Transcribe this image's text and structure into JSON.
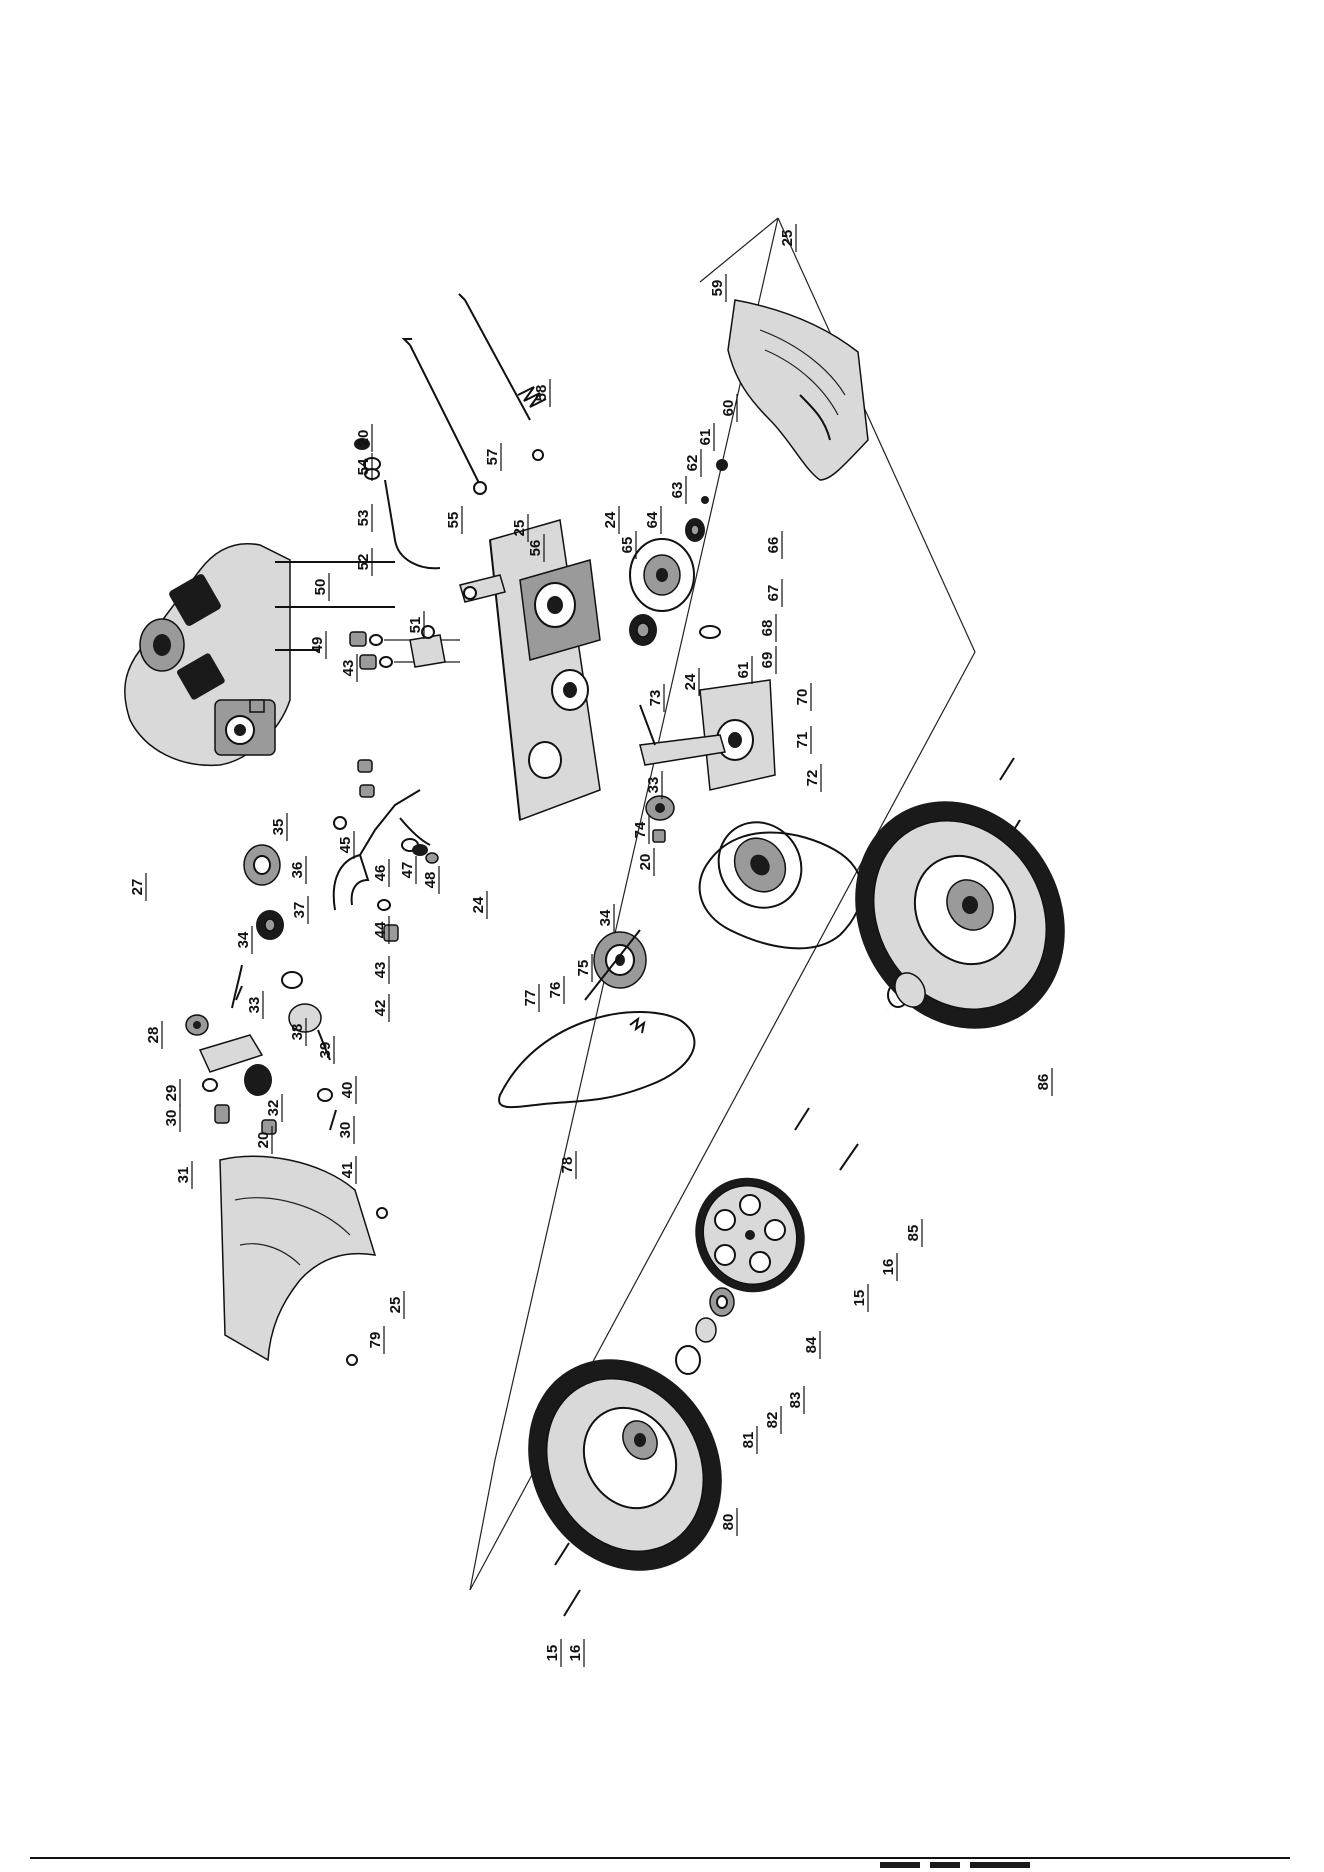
{
  "diagram": {
    "type": "exploded-parts-diagram",
    "part_numbers": [
      "15",
      "16",
      "20",
      "24",
      "25",
      "27",
      "28",
      "29",
      "30",
      "31",
      "32",
      "33",
      "34",
      "35",
      "36",
      "37",
      "38",
      "39",
      "40",
      "41",
      "42",
      "43",
      "44",
      "45",
      "46",
      "47",
      "48",
      "49",
      "50",
      "51",
      "52",
      "53",
      "54",
      "55",
      "56",
      "57",
      "58",
      "59",
      "60",
      "61",
      "62",
      "63",
      "64",
      "65",
      "66",
      "67",
      "68",
      "69",
      "70",
      "71",
      "72",
      "73",
      "74",
      "75",
      "76",
      "77",
      "78",
      "79",
      "80",
      "81",
      "82",
      "83",
      "84",
      "85",
      "86"
    ],
    "labels": [
      {
        "id": "l-25a",
        "text": "25"
      },
      {
        "id": "l-59",
        "text": "59"
      },
      {
        "id": "l-58",
        "text": "58"
      },
      {
        "id": "l-57",
        "text": "57"
      },
      {
        "id": "l-60",
        "text": "60"
      },
      {
        "id": "l-61a",
        "text": "61"
      },
      {
        "id": "l-62",
        "text": "62"
      },
      {
        "id": "l-63",
        "text": "63"
      },
      {
        "id": "l-64",
        "text": "64"
      },
      {
        "id": "l-65",
        "text": "65"
      },
      {
        "id": "l-24a",
        "text": "24"
      },
      {
        "id": "l-66",
        "text": "66"
      },
      {
        "id": "l-67",
        "text": "67"
      },
      {
        "id": "l-68",
        "text": "68"
      },
      {
        "id": "l-69",
        "text": "69"
      },
      {
        "id": "l-61b",
        "text": "61"
      },
      {
        "id": "l-24b",
        "text": "24"
      },
      {
        "id": "l-70",
        "text": "70"
      },
      {
        "id": "l-71",
        "text": "71"
      },
      {
        "id": "l-72",
        "text": "72"
      },
      {
        "id": "l-73",
        "text": "73"
      },
      {
        "id": "l-33a",
        "text": "33"
      },
      {
        "id": "l-74",
        "text": "74"
      },
      {
        "id": "l-20a",
        "text": "20"
      },
      {
        "id": "l-20b",
        "text": "20"
      },
      {
        "id": "l-54",
        "text": "54"
      },
      {
        "id": "l-53",
        "text": "53"
      },
      {
        "id": "l-52",
        "text": "52"
      },
      {
        "id": "l-55",
        "text": "55"
      },
      {
        "id": "l-25b",
        "text": "25"
      },
      {
        "id": "l-56",
        "text": "56"
      },
      {
        "id": "l-50",
        "text": "50"
      },
      {
        "id": "l-49",
        "text": "49"
      },
      {
        "id": "l-43a",
        "text": "43"
      },
      {
        "id": "l-51",
        "text": "51"
      },
      {
        "id": "l-27",
        "text": "27"
      },
      {
        "id": "l-35",
        "text": "35"
      },
      {
        "id": "l-36",
        "text": "36"
      },
      {
        "id": "l-34a",
        "text": "34"
      },
      {
        "id": "l-37",
        "text": "37"
      },
      {
        "id": "l-45",
        "text": "45"
      },
      {
        "id": "l-46",
        "text": "46"
      },
      {
        "id": "l-47",
        "text": "47"
      },
      {
        "id": "l-48",
        "text": "48"
      },
      {
        "id": "l-44",
        "text": "44"
      },
      {
        "id": "l-43b",
        "text": "43"
      },
      {
        "id": "l-42",
        "text": "42"
      },
      {
        "id": "l-24c",
        "text": "24"
      },
      {
        "id": "l-34b",
        "text": "34"
      },
      {
        "id": "l-75",
        "text": "75"
      },
      {
        "id": "l-76",
        "text": "76"
      },
      {
        "id": "l-77",
        "text": "77"
      },
      {
        "id": "l-28",
        "text": "28"
      },
      {
        "id": "l-33b",
        "text": "33"
      },
      {
        "id": "l-38",
        "text": "38"
      },
      {
        "id": "l-39",
        "text": "39"
      },
      {
        "id": "l-29",
        "text": "29"
      },
      {
        "id": "l-32",
        "text": "32"
      },
      {
        "id": "l-40",
        "text": "40"
      },
      {
        "id": "l-30a",
        "text": "30"
      },
      {
        "id": "l-30b",
        "text": "30"
      },
      {
        "id": "l-20c",
        "text": "20"
      },
      {
        "id": "l-31",
        "text": "31"
      },
      {
        "id": "l-41",
        "text": "41"
      },
      {
        "id": "l-78",
        "text": "78"
      },
      {
        "id": "l-86",
        "text": "86"
      },
      {
        "id": "l-85",
        "text": "85"
      },
      {
        "id": "l-16a",
        "text": "16"
      },
      {
        "id": "l-15a",
        "text": "15"
      },
      {
        "id": "l-84",
        "text": "84"
      },
      {
        "id": "l-83",
        "text": "83"
      },
      {
        "id": "l-82",
        "text": "82"
      },
      {
        "id": "l-81",
        "text": "81"
      },
      {
        "id": "l-80",
        "text": "80"
      },
      {
        "id": "l-25c",
        "text": "25"
      },
      {
        "id": "l-79",
        "text": "79"
      },
      {
        "id": "l-15b",
        "text": "15"
      },
      {
        "id": "l-16b",
        "text": "16"
      }
    ]
  }
}
